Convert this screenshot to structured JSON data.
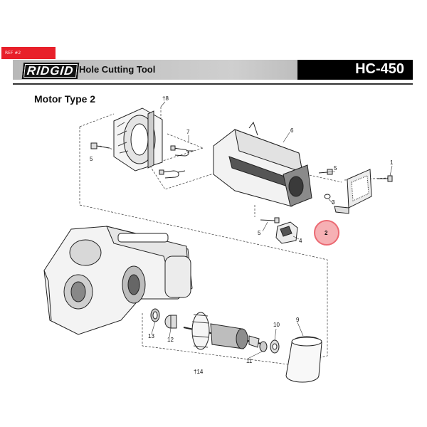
{
  "ref_tag": "REF #2",
  "header": {
    "brand": "RIDGID",
    "product": "Hole Cutting Tool",
    "model": "HC-450"
  },
  "section_title": "Motor Type 2",
  "callouts": [
    "†8",
    "7",
    "6",
    "5",
    "5",
    "1",
    "3",
    "2",
    "5",
    "4",
    "9",
    "10",
    "11",
    "12",
    "13",
    "†14"
  ],
  "highlight": {
    "label": "2",
    "color": "#e8505a"
  }
}
